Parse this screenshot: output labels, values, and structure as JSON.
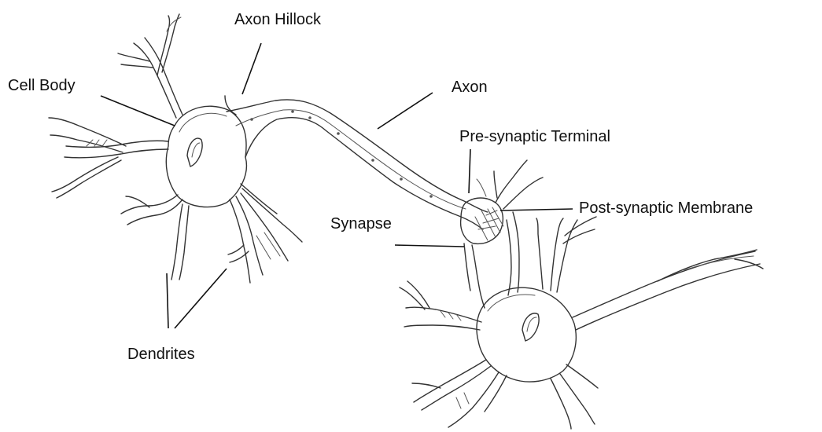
{
  "labels": {
    "axon_hillock": "Axon Hillock",
    "cell_body": "Cell Body",
    "axon": "Axon",
    "pre_synaptic_terminal": "Pre-synaptic Terminal",
    "post_synaptic_membrane": "Post-synaptic Membrane",
    "synapse": "Synapse",
    "dendrites": "Dendrites"
  },
  "colors": {
    "background": "#ffffff",
    "ink": "#333333",
    "text": "#111111"
  }
}
